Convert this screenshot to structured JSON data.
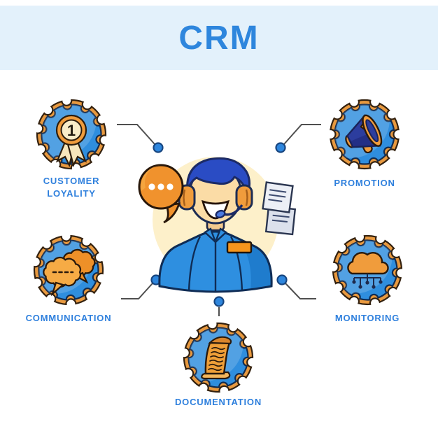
{
  "title": "CRM",
  "nodes": [
    {
      "id": "customer-loyalty",
      "label": "CUSTOMER LOYALITY",
      "icon": "first-place-medal-icon",
      "medal_rank": "1"
    },
    {
      "id": "promotion",
      "label": "PROMOTION",
      "icon": "megaphone-icon"
    },
    {
      "id": "communication",
      "label": "COMMUNICATION",
      "icon": "speech-bubbles-icon"
    },
    {
      "id": "monitoring",
      "label": "MONITORING",
      "icon": "cloud-network-icon"
    },
    {
      "id": "documentation",
      "label": "DOCUMENTATION",
      "icon": "paper-scroll-icon"
    }
  ],
  "center": {
    "illustration": "customer-service-agent-with-headset",
    "elements": [
      "speech-bubble-three-dots-icon",
      "documents-icon"
    ]
  },
  "colors": {
    "accent_blue": "#2e86dd",
    "label_blue": "#2f80dd",
    "header_band": "#e3f1fb",
    "gear_blue": "#2f8ede",
    "gear_rim_orange": "#e8993f",
    "icon_orange": "#f09c3c",
    "navy": "#2c3d9e",
    "cream_circle": "#fdf0ca",
    "connector_line": "#4f4f4f",
    "connector_dot": "#2e86dd"
  }
}
